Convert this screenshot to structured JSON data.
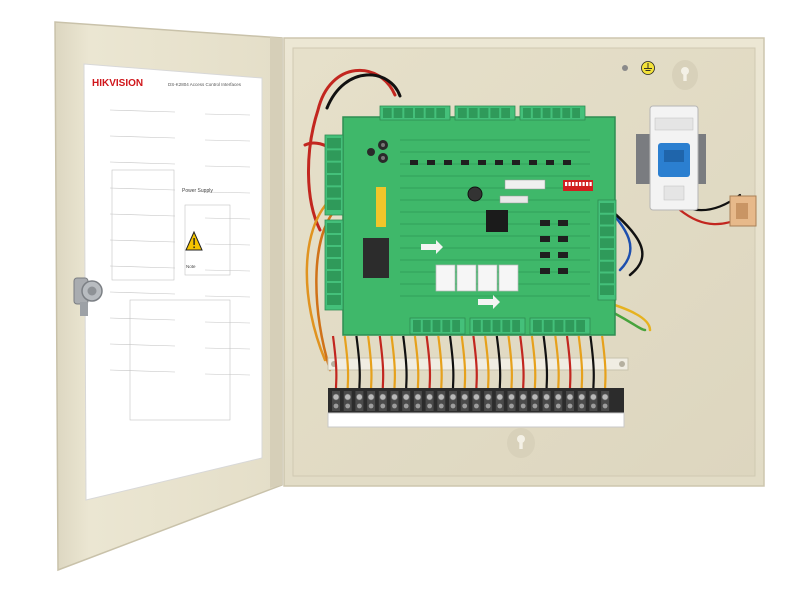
{
  "door_sheet": {
    "brand": "HIKVISION",
    "model_title": "DS-K2804 Access Control Interfaces",
    "power_supply_heading": "Power Supply",
    "note_label": "Note"
  },
  "colors": {
    "enclosure": "#e9e3cf",
    "enclosure_shadow": "#d2cbb4",
    "pcb": "#3fb86a",
    "terminal_green": "#44c07a",
    "brand_red": "#d0161b",
    "breaker_blue": "#2b7fd0",
    "warning_yellow": "#f5c400"
  },
  "icons": [
    "ground-symbol-icon",
    "warning-triangle-icon",
    "keyhole-icon",
    "lock-latch-icon"
  ]
}
